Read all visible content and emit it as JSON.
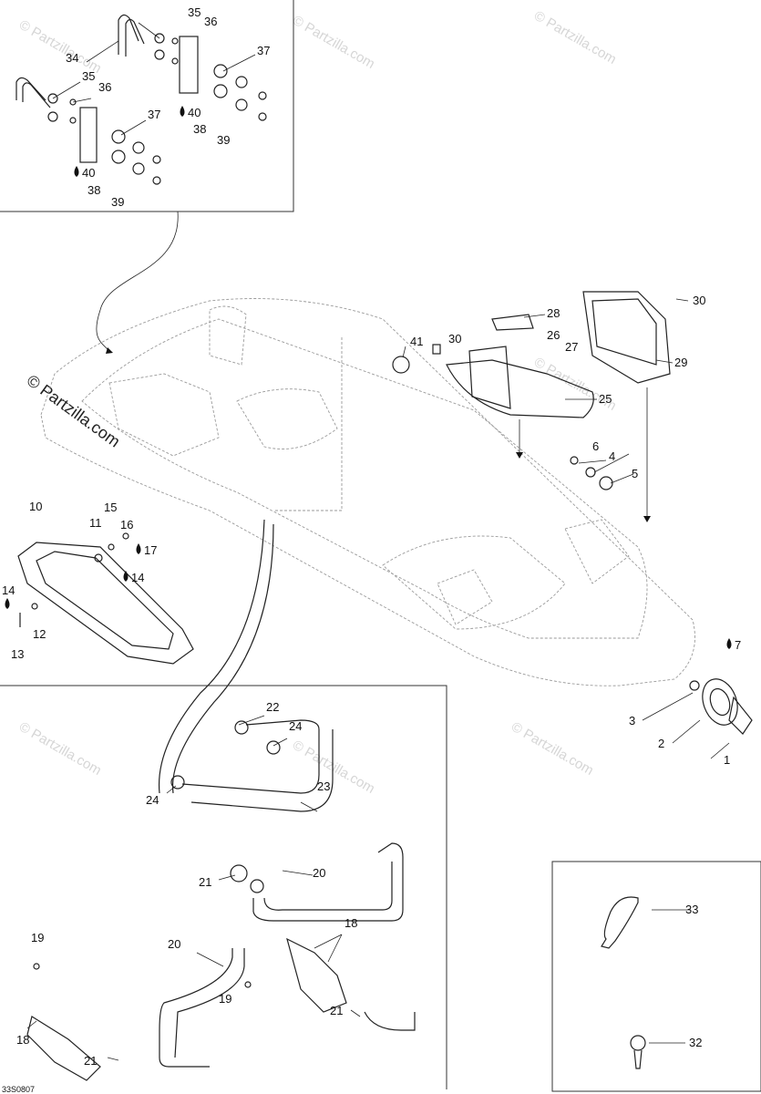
{
  "watermark": {
    "text": "© Partzilla.com",
    "main_text": "© Partzilla.com"
  },
  "reference_code": "33S0807",
  "callouts": [
    {
      "n": "1"
    },
    {
      "n": "2"
    },
    {
      "n": "3"
    },
    {
      "n": "4"
    },
    {
      "n": "5"
    },
    {
      "n": "6"
    },
    {
      "n": "7",
      "drop": true
    },
    {
      "n": "10"
    },
    {
      "n": "11"
    },
    {
      "n": "12"
    },
    {
      "n": "13"
    },
    {
      "n": "14",
      "drop": true
    },
    {
      "n": "14",
      "drop": true
    },
    {
      "n": "15"
    },
    {
      "n": "16"
    },
    {
      "n": "17",
      "drop": true
    },
    {
      "n": "18"
    },
    {
      "n": "18"
    },
    {
      "n": "19"
    },
    {
      "n": "19"
    },
    {
      "n": "20"
    },
    {
      "n": "20"
    },
    {
      "n": "21"
    },
    {
      "n": "21"
    },
    {
      "n": "21"
    },
    {
      "n": "22"
    },
    {
      "n": "23"
    },
    {
      "n": "24"
    },
    {
      "n": "24"
    },
    {
      "n": "25"
    },
    {
      "n": "26"
    },
    {
      "n": "27"
    },
    {
      "n": "28"
    },
    {
      "n": "29"
    },
    {
      "n": "30"
    },
    {
      "n": "30"
    },
    {
      "n": "32"
    },
    {
      "n": "33"
    },
    {
      "n": "34"
    },
    {
      "n": "35"
    },
    {
      "n": "35"
    },
    {
      "n": "36"
    },
    {
      "n": "36"
    },
    {
      "n": "37"
    },
    {
      "n": "37"
    },
    {
      "n": "38"
    },
    {
      "n": "38"
    },
    {
      "n": "39"
    },
    {
      "n": "39"
    },
    {
      "n": "40",
      "drop": true
    },
    {
      "n": "40",
      "drop": true
    },
    {
      "n": "41"
    }
  ]
}
